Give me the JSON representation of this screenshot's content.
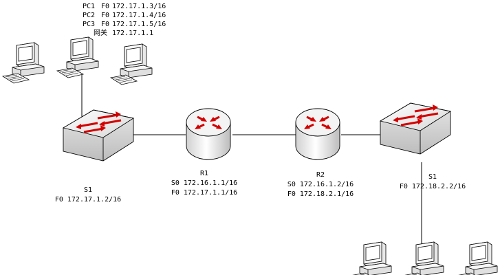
{
  "pc_labels": [
    {
      "name": "PC1",
      "iface": "F0",
      "addr": "172.17.1.3/16"
    },
    {
      "name": "PC2",
      "iface": "F0",
      "addr": "172.17.1.4/16"
    },
    {
      "name": "PC3",
      "iface": "F0",
      "addr": "172.17.1.5/16"
    }
  ],
  "gateway": {
    "label": "网关",
    "addr": "172.17.1.1"
  },
  "switch_left": {
    "name": "S1",
    "line": "F0  172.17.1.2/16"
  },
  "router1": {
    "name": "R1",
    "line1": "S0  172.16.1.1/16",
    "line2": "F0  172.17.1.1/16"
  },
  "router2": {
    "name": "R2",
    "line1": "S0  172.16.1.2/16",
    "line2": "F0  172.18.2.1/16"
  },
  "switch_right": {
    "name": "S1",
    "line": "F0  172.18.2.2/16"
  },
  "colors": {
    "device_fill": "#f2f2f2",
    "device_shade": "#c9c9c9",
    "arrow": "#d40000",
    "line": "#000000"
  },
  "icons": [
    "computer-icon",
    "switch-icon",
    "router-icon"
  ]
}
